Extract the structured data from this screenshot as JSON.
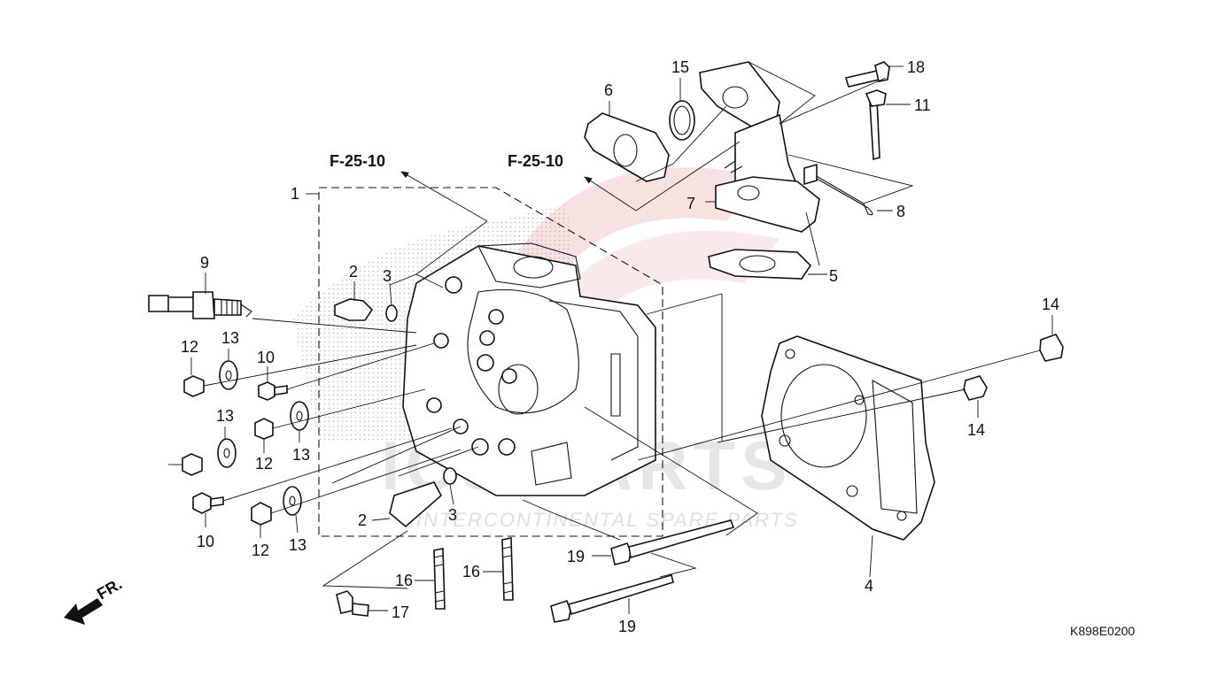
{
  "diagram": {
    "part_code": "K898E0200",
    "front_label": "FR.",
    "reference_labels": [
      "F-25-10",
      "F-25-10"
    ],
    "watermark": {
      "text": "ICS PARTS",
      "tagline": "INTERCONTINENTAL SPARE PARTS"
    },
    "callouts": [
      "1",
      "2",
      "2",
      "3",
      "3",
      "4",
      "5",
      "6",
      "7",
      "8",
      "9",
      "10",
      "10",
      "11",
      "12",
      "12",
      "12",
      "13",
      "13",
      "13",
      "13",
      "14",
      "14",
      "15",
      "16",
      "16",
      "17",
      "18",
      "19",
      "19"
    ]
  }
}
